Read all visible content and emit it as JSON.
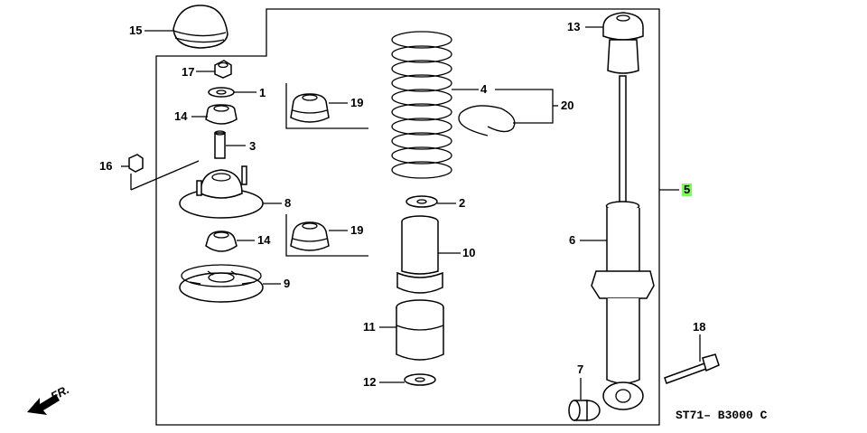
{
  "diagram": {
    "callouts": [
      {
        "id": "c1",
        "label": "1"
      },
      {
        "id": "c2",
        "label": "2"
      },
      {
        "id": "c3",
        "label": "3"
      },
      {
        "id": "c4",
        "label": "4"
      },
      {
        "id": "c5",
        "label": "5",
        "highlight": "#7CFC5A"
      },
      {
        "id": "c6",
        "label": "6"
      },
      {
        "id": "c7",
        "label": "7"
      },
      {
        "id": "c8",
        "label": "8"
      },
      {
        "id": "c9",
        "label": "9"
      },
      {
        "id": "c10",
        "label": "10"
      },
      {
        "id": "c11",
        "label": "11"
      },
      {
        "id": "c12",
        "label": "12"
      },
      {
        "id": "c13",
        "label": "13"
      },
      {
        "id": "c14a",
        "label": "14"
      },
      {
        "id": "c14b",
        "label": "14"
      },
      {
        "id": "c15",
        "label": "15"
      },
      {
        "id": "c16",
        "label": "16"
      },
      {
        "id": "c17",
        "label": "17"
      },
      {
        "id": "c18",
        "label": "18"
      },
      {
        "id": "c19a",
        "label": "19"
      },
      {
        "id": "c19b",
        "label": "19"
      },
      {
        "id": "c20",
        "label": "20"
      }
    ],
    "front_arrow": "FR.",
    "drawing_code": "ST71– B3000 C"
  }
}
